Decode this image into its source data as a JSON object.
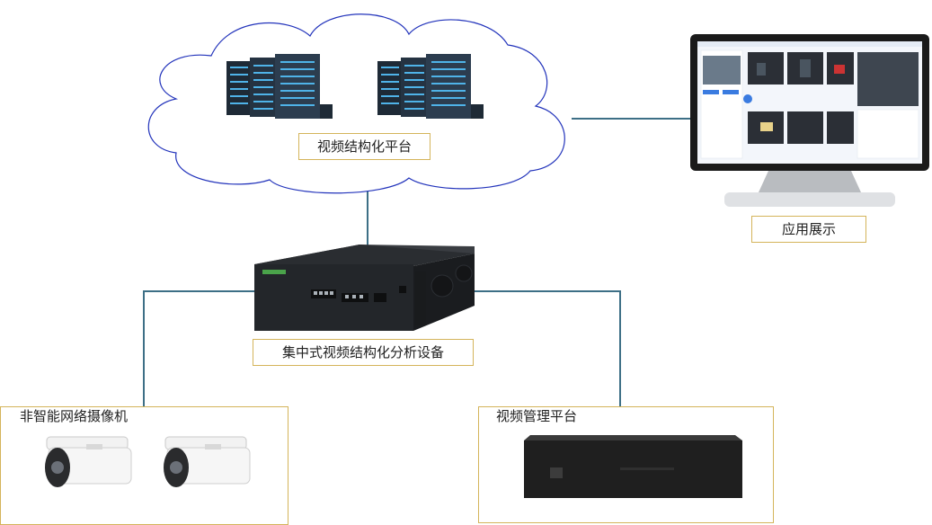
{
  "nodes": {
    "cloud_platform": "视频结构化平台",
    "display": "应用展示",
    "analysis_device": "集中式视频结构化分析设备",
    "cameras": "非智能网络摄像机",
    "vms": "视频管理平台"
  },
  "icons": {
    "servers": "server-rack-icon",
    "monitor": "monitor-icon",
    "device": "rack-appliance-icon",
    "camera": "bullet-camera-icon",
    "nvr": "nvr-box-icon"
  },
  "colors": {
    "line": "#3d6f86",
    "cloud_stroke": "#2233bb",
    "label_border": "#d4b45a"
  }
}
